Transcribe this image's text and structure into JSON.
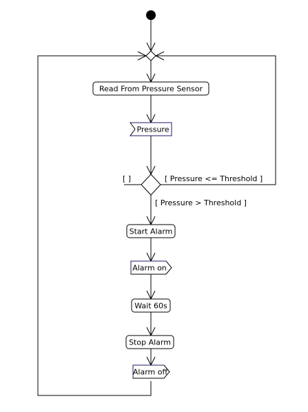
{
  "nodes": {
    "read_sensor": "Read From Pressure Sensor",
    "pressure_object": "Pressure",
    "start_alarm": "Start Alarm",
    "alarm_on_signal": "Alarm on",
    "wait": "Wait 60s",
    "stop_alarm": "Stop Alarm",
    "alarm_off_signal": "Alarm off"
  },
  "guards": {
    "empty": "[ ]",
    "below_threshold": "[ Pressure <= Threshold ]",
    "above_threshold": "[ Pressure > Threshold ]"
  }
}
